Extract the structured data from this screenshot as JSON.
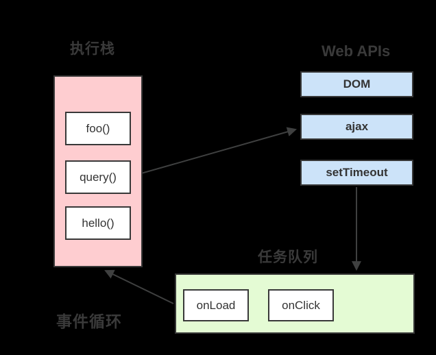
{
  "palette": {
    "stack_fill": "#fecdd0",
    "webapi_fill": "#cce3f9",
    "queue_fill": "#e4fbd4",
    "node_border": "#383838",
    "node_fill": "#ffffff",
    "label_color": "#3a3a3a",
    "arrow_color": "#3f4040",
    "node_text_color": "#333333",
    "background_color": "#000000"
  },
  "labels": {
    "stack": "执行栈",
    "web_apis": "Web APIs",
    "task_queue": "任务队列",
    "event_loop": "事件循环"
  },
  "stack": {
    "frames": [
      {
        "label": "foo()"
      },
      {
        "label": "query()"
      },
      {
        "label": "hello()"
      }
    ]
  },
  "web_apis": {
    "items": [
      {
        "label": "DOM"
      },
      {
        "label": "ajax"
      },
      {
        "label": "setTimeout"
      }
    ]
  },
  "task_queue": {
    "tasks": [
      {
        "label": "onLoad"
      },
      {
        "label": "onClick"
      }
    ]
  },
  "arrows": [
    {
      "name": "query-to-ajax",
      "from": "query()",
      "to": "ajax"
    },
    {
      "name": "settimeout-to-task-queue",
      "from": "setTimeout",
      "to": "任务队列"
    },
    {
      "name": "task-queue-to-stack",
      "from": "任务队列",
      "to": "执行栈"
    }
  ]
}
